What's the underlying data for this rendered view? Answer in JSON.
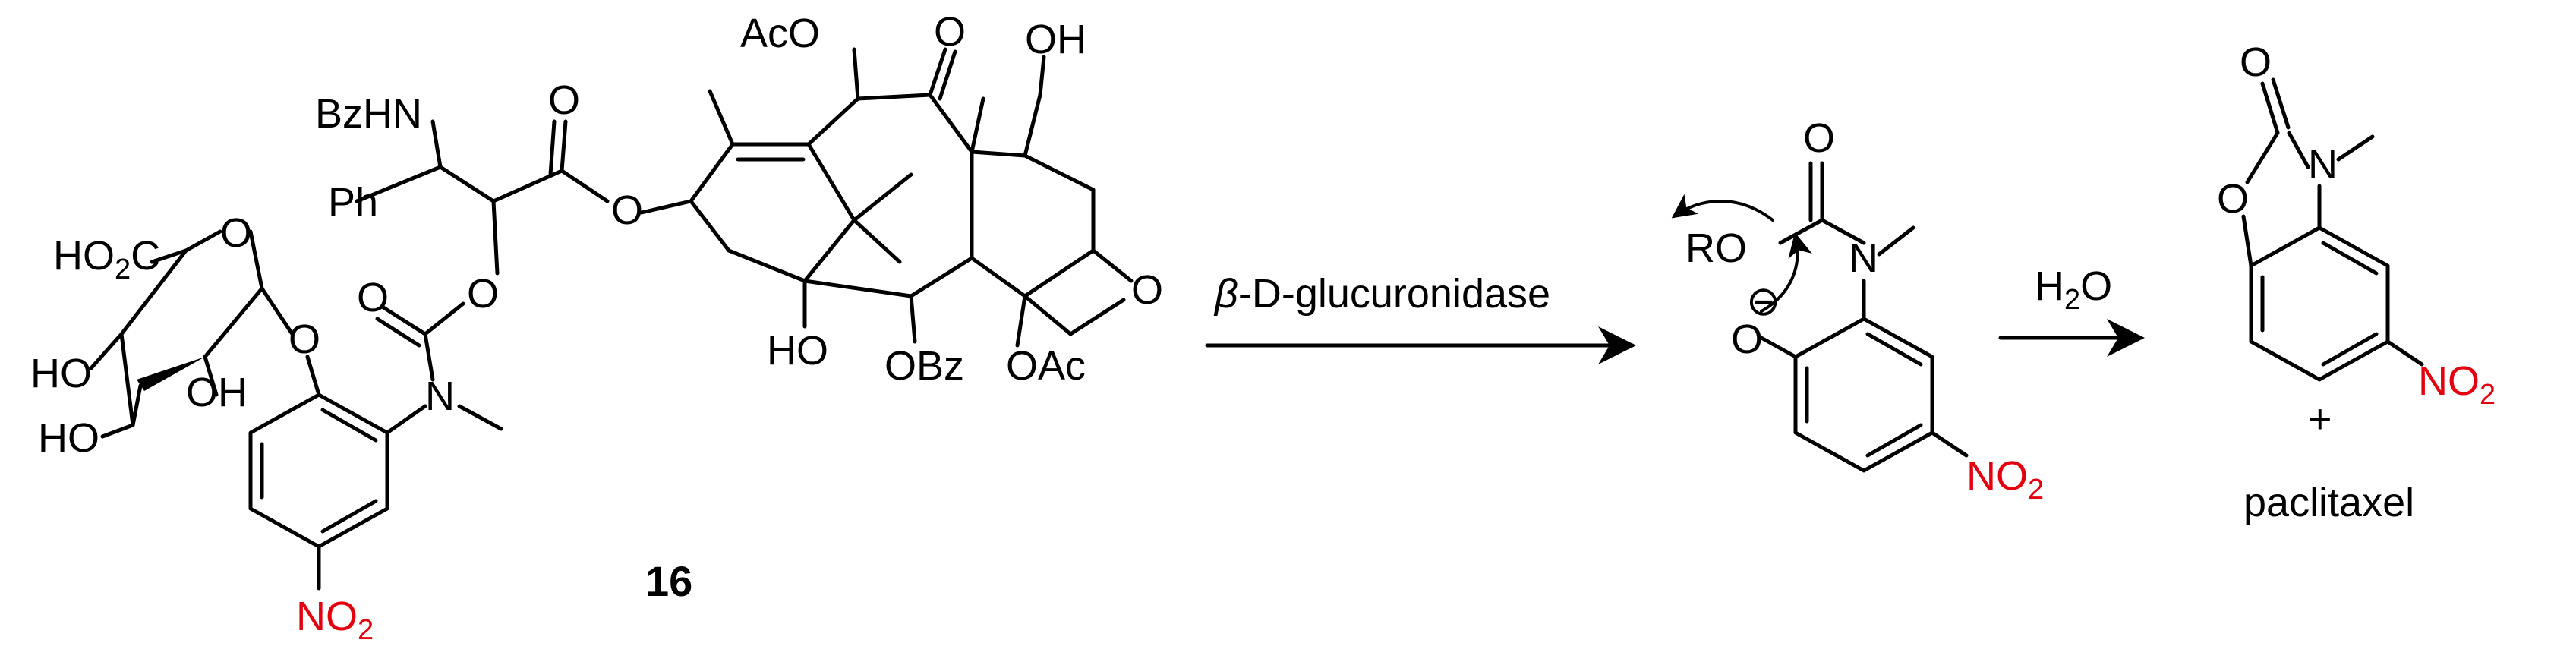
{
  "compound": {
    "number": "16",
    "groups": {
      "bzhn": "BzHN",
      "ph": "Ph",
      "aco": "AcO",
      "oh_top": "OH",
      "ho_bottom": "HO",
      "obz": "OBz",
      "oac": "OAc",
      "o_ring": "O",
      "o_ester": "O",
      "o_carbamate": "O",
      "o_carbonyl1": "O",
      "o_carbonyl2": "O",
      "o_ketone": "O",
      "n_carbamate": "N",
      "ho2c_prefix": "HO",
      "ho2c_sub": "2",
      "ho2c_suffix": "C",
      "o_sugar_ring": "O",
      "o_glycoside": "O",
      "ho1": "HO",
      "oh2": "OH",
      "ho3": "HO",
      "no2_prefix": "NO",
      "no2_sub": "2"
    }
  },
  "step1": {
    "enzyme_prefix": "β",
    "enzyme_suffix": "-D-glucuronidase"
  },
  "intermediate": {
    "ro": "RO",
    "o_top": "O",
    "n": "N",
    "o_minus": "O",
    "charge": "⊖",
    "no2_prefix": "NO",
    "no2_sub": "2"
  },
  "step2": {
    "reagent_prefix": "H",
    "reagent_sub": "2",
    "reagent_suffix": "O"
  },
  "product": {
    "o_carbonyl": "O",
    "o_ring": "O",
    "n": "N",
    "no2_prefix": "NO",
    "no2_sub": "2",
    "plus": "+",
    "coproduct": "paclitaxel"
  },
  "colors": {
    "nitro": "#e3000f",
    "ink": "#000000"
  }
}
